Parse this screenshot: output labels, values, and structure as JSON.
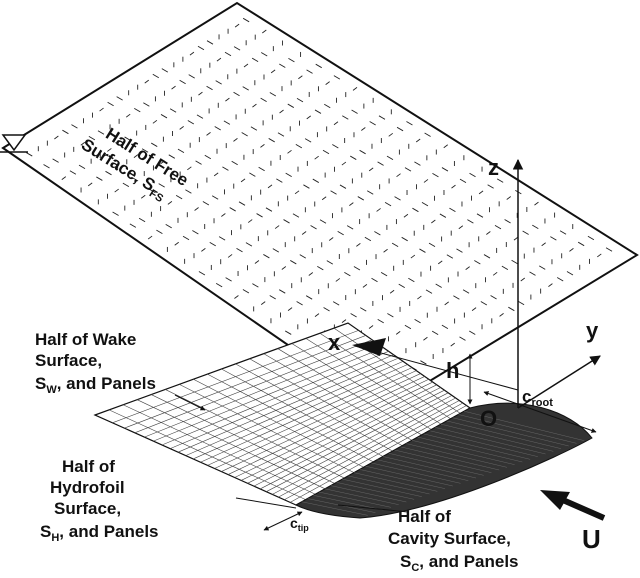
{
  "labels": {
    "free_surface_1": "Half of Free",
    "free_surface_2": "Surface, S",
    "free_surface_sub": "FS",
    "wake_1": "Half of Wake",
    "wake_2": "Surface,",
    "wake_3_pre": "S",
    "wake_3_sub": "W",
    "wake_3_post": ", and Panels",
    "hydro_1": "Half of",
    "hydro_2": "Hydrofoil",
    "hydro_3": "Surface,",
    "hydro_4_pre": "S",
    "hydro_4_sub": "H",
    "hydro_4_post": ", and Panels",
    "cavity_1": "Half of",
    "cavity_2": "Cavity Surface,",
    "cavity_3_pre": "S",
    "cavity_3_sub": "C",
    "cavity_3_post": ", and Panels",
    "axis_z": "z",
    "axis_x": "x",
    "axis_y": "y",
    "origin": "O",
    "depth": "h",
    "c_root_main": "c",
    "c_root_sub": "root",
    "c_tip_main": "c",
    "c_tip_sub": "tip",
    "flow": "U"
  },
  "colors": {
    "ink": "#111111",
    "cavity": "#222222"
  },
  "icons": {
    "water_level": "inverted-triangle-icon"
  }
}
